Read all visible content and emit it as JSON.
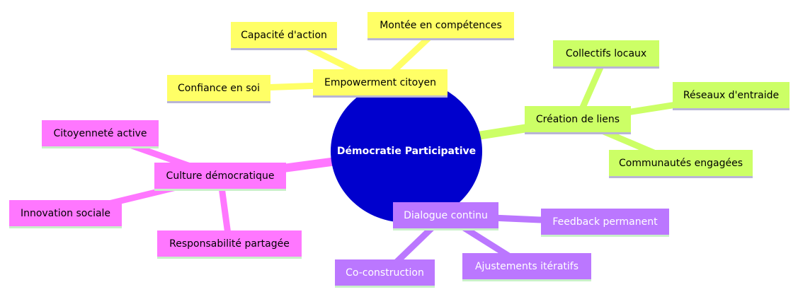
{
  "center": {
    "label": "Démocratie Participative",
    "color": "#0000cd"
  },
  "branches": [
    {
      "label": "Empowerment citoyen",
      "color": "#ffff66",
      "children": [
        "Capacité d'action",
        "Montée en compétences",
        "Confiance en soi"
      ]
    },
    {
      "label": "Création de liens",
      "color": "#ccff66",
      "children": [
        "Collectifs locaux",
        "Réseaux d'entraide",
        "Communautés engagées"
      ]
    },
    {
      "label": "Culture démocratique",
      "color": "#ff77ff",
      "children": [
        "Citoyenneté active",
        "Innovation sociale",
        "Responsabilité partagée"
      ]
    },
    {
      "label": "Dialogue continu",
      "color": "#bb77ff",
      "children": [
        "Feedback permanent",
        "Co-construction",
        "Ajustements itératifs"
      ]
    }
  ]
}
